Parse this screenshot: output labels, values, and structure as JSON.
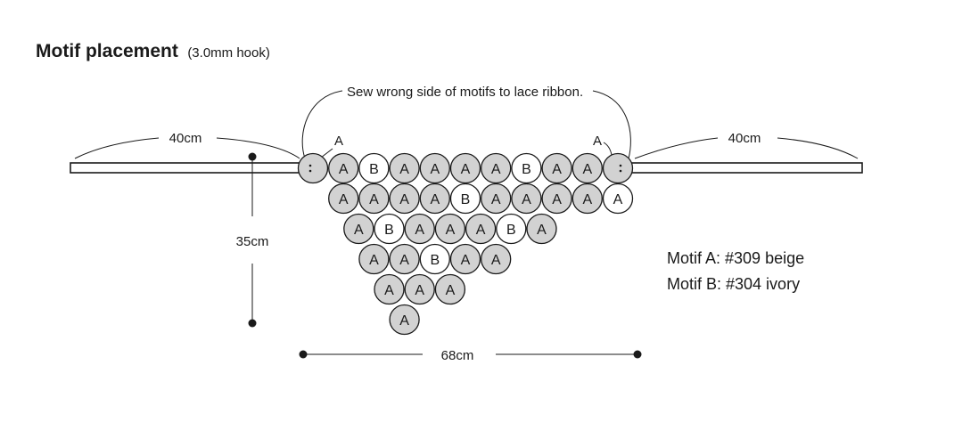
{
  "title": "Motif placement",
  "subtitle": "(3.0mm hook)",
  "note": "Sew wrong side of motifs to lace ribbon.",
  "ribbon_left_length": "40cm",
  "ribbon_right_length": "40cm",
  "height_label": "35cm",
  "width_label": "68cm",
  "corner_label_left": "A",
  "corner_label_right": "A",
  "legend": [
    "Motif A: #309 beige",
    "Motif B: #304 ivory"
  ],
  "colors": {
    "motif_a": "#d2d2d2",
    "motif_b": "#ffffff",
    "stroke": "#1a1a1a"
  },
  "rows": [
    [
      "*",
      "A",
      "B",
      "A",
      "A",
      "A",
      "A",
      "B",
      "A",
      "A",
      "*"
    ],
    [
      "A",
      "A",
      "A",
      "A",
      "B",
      "A",
      "A",
      "A",
      "A",
      "A"
    ],
    [
      "A",
      "B",
      "A",
      "A",
      "A",
      "B",
      "A"
    ],
    [
      "A",
      "A",
      "B",
      "A",
      "A"
    ],
    [
      "A",
      "A",
      "A"
    ],
    [
      "A"
    ]
  ],
  "white_cells": [
    [
      1,
      9
    ]
  ]
}
